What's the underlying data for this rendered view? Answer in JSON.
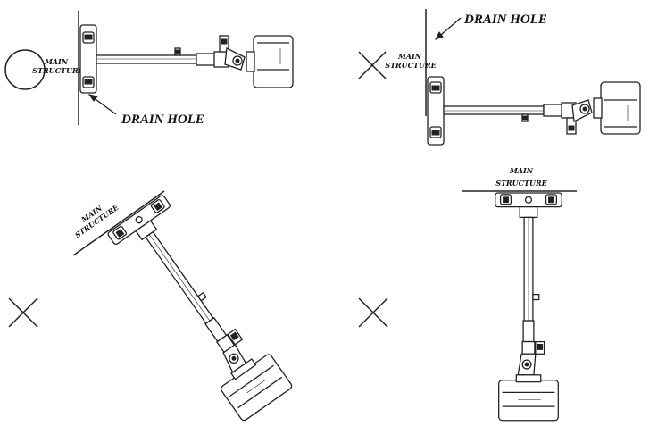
{
  "labels": {
    "main": "MAIN",
    "structure": "STRUCTURE",
    "drain_hole": "DRAIN HOLE"
  },
  "panels": [
    {
      "id": "top-left",
      "status": "correct",
      "status_icon": "circle-icon",
      "orientation": "wall-horizontal",
      "drain_hole": "bottom"
    },
    {
      "id": "top-right",
      "status": "incorrect",
      "status_icon": "cross-icon",
      "orientation": "wall-horizontal",
      "drain_hole": "top"
    },
    {
      "id": "bottom-left",
      "status": "incorrect",
      "status_icon": "cross-icon",
      "orientation": "inclined"
    },
    {
      "id": "bottom-right",
      "status": "incorrect",
      "status_icon": "cross-icon",
      "orientation": "ceiling-vertical"
    }
  ],
  "colors": {
    "line": "#222222",
    "background": "#ffffff"
  }
}
